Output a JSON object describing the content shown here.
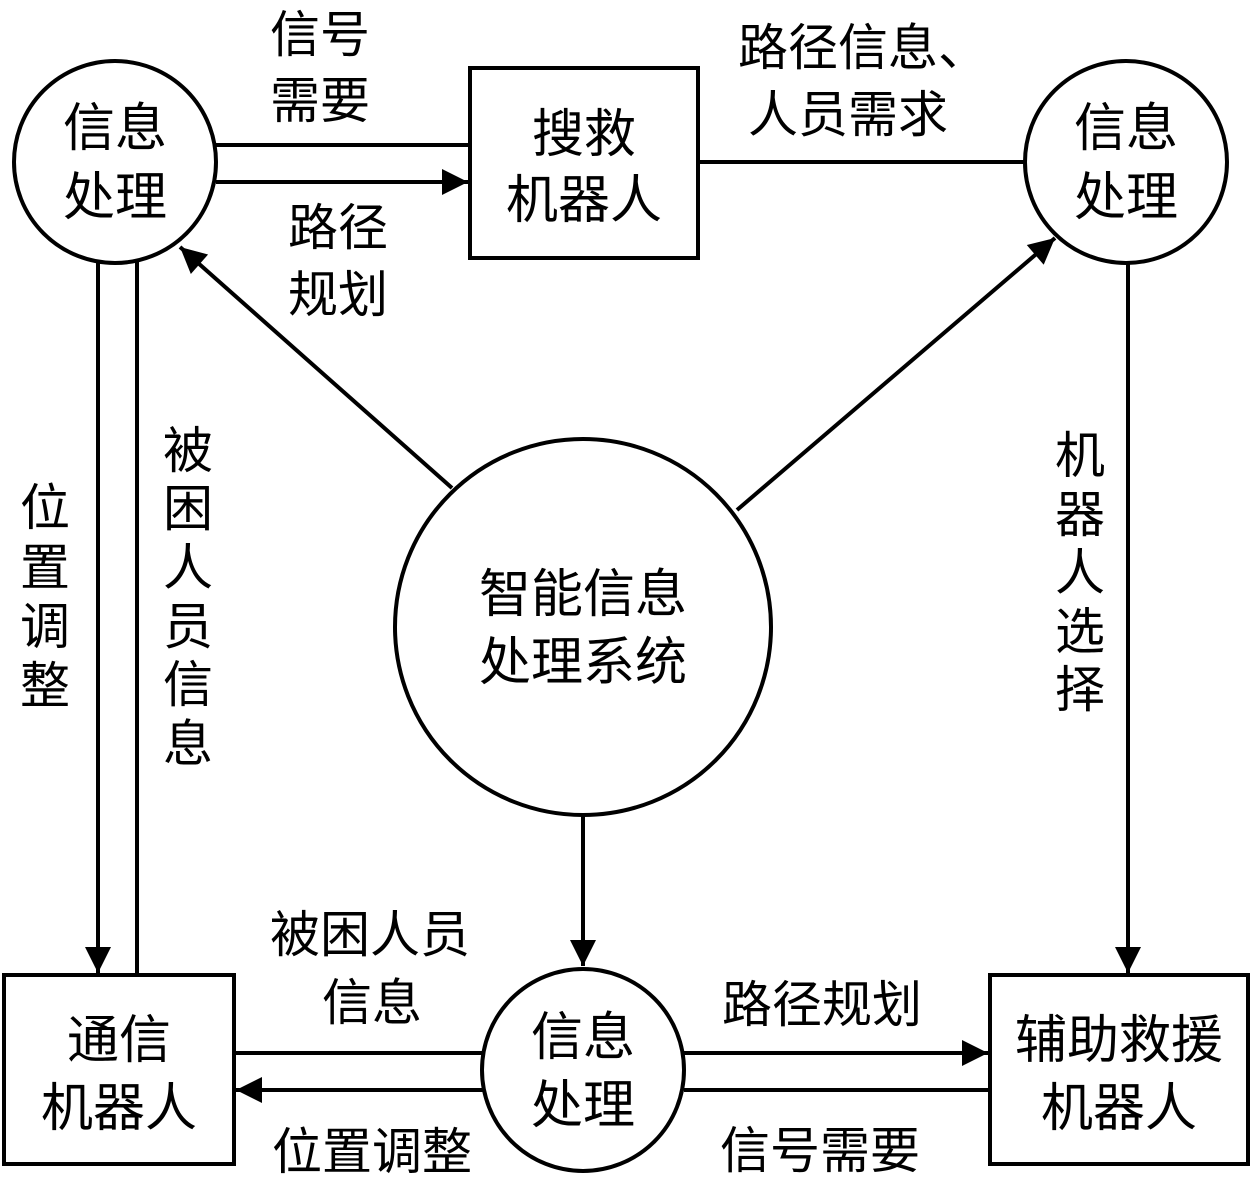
{
  "nodes": {
    "info_top_left": [
      "信息",
      "处理"
    ],
    "search_robot": [
      "搜救",
      "机器人"
    ],
    "info_top_right": [
      "信息",
      "处理"
    ],
    "central_system": [
      "智能信息",
      "处理系统"
    ],
    "comm_robot": [
      "通信",
      "机器人"
    ],
    "info_bottom": [
      "信息",
      "处理"
    ],
    "assist_robot": [
      "辅助救援",
      "机器人"
    ]
  },
  "edges": {
    "signal_need_top": [
      "信号",
      "需要"
    ],
    "path_planning_top": [
      "路径",
      "规划"
    ],
    "path_info_person_need": [
      "路径信息、",
      "人员需求"
    ],
    "robot_selection": [
      "机",
      "器",
      "人",
      "选",
      "择"
    ],
    "position_adjust_left": [
      "位",
      "置",
      "调",
      "整"
    ],
    "trapped_info_left": [
      "被",
      "困",
      "人",
      "员",
      "信",
      "息"
    ],
    "trapped_info_bottom": [
      "被困人员",
      "信息"
    ],
    "position_adjust_bottom": [
      "位置调整"
    ],
    "path_planning_bottom": [
      "路径规划"
    ],
    "signal_need_bottom": [
      "信号需要"
    ]
  }
}
